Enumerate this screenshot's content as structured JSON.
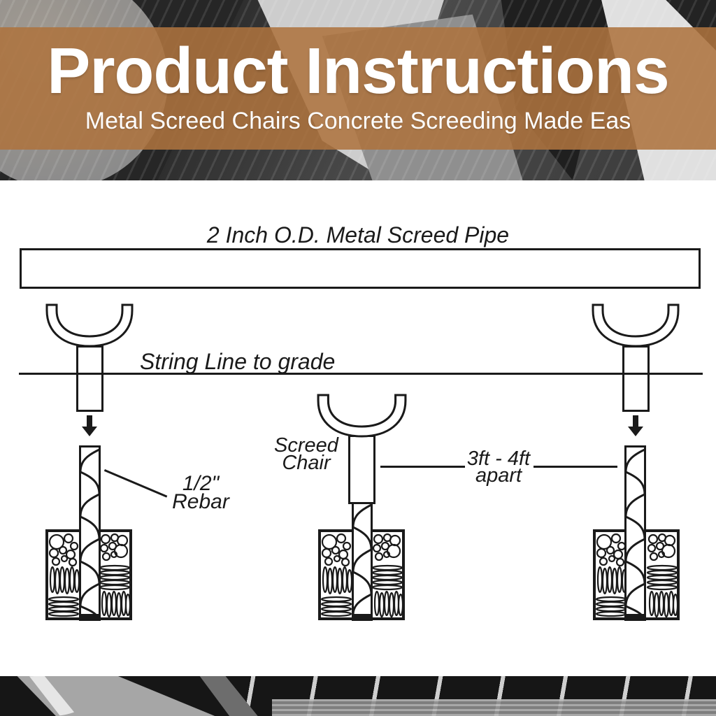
{
  "banner": {
    "title": "Product Instructions",
    "subtitle": "Metal Screed Chairs Concrete Screeding Made Eas",
    "band_color": "#ad7344",
    "text_color": "#ffffff"
  },
  "diagram": {
    "line_color": "#1a1a1a",
    "background": "#ffffff",
    "pipe_label": "2 Inch O.D. Metal Screed Pipe",
    "string_line_label": "String Line to grade",
    "labels": {
      "rebar": {
        "line1": "1/2\"",
        "line2": "Rebar"
      },
      "chair": {
        "line1": "Screed",
        "line2": "Chair"
      },
      "spacing": {
        "line1": "3ft - 4ft",
        "line2": "apart"
      }
    }
  }
}
